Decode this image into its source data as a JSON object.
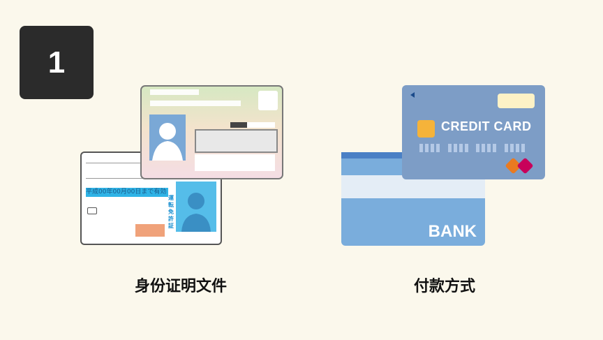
{
  "step_number": "1",
  "left": {
    "label": "身份证明文件",
    "license_validity": "平成00年00月00日まで有効",
    "license_title_vertical": "運転免許証"
  },
  "right": {
    "label": "付款方式",
    "credit_card_text": "CREDIT CARD",
    "bank_card_text": "BANK"
  },
  "colors": {
    "background": "#fbf8ec",
    "badge": "#2b2b2b",
    "credit_card": "#7d9dc6",
    "bank_card": "#7aaddc"
  }
}
